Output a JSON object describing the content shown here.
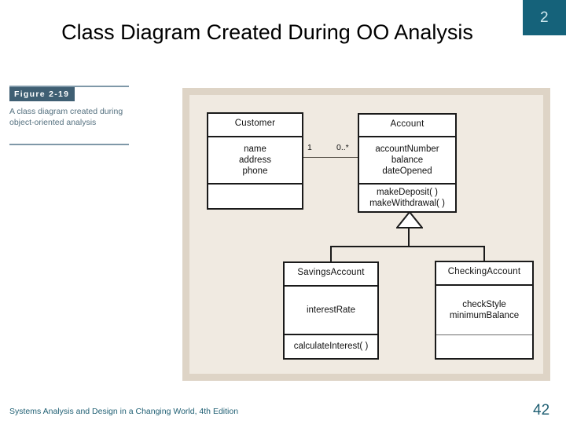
{
  "slide": {
    "title": "Class Diagram Created During OO Analysis",
    "badge_number": "2",
    "badge_color": "#15627a"
  },
  "figure_caption": {
    "label": "Figure 2-19",
    "label_bg": "#3f5f73",
    "description": "A class diagram created during object-oriented analysis",
    "rule_color": "#7f98a8",
    "text_color": "#54707f"
  },
  "diagram": {
    "panel_bg": "#ded4c6",
    "inner_bg": "#f0eae1",
    "line_color": "#1a1a1a",
    "classes": [
      {
        "id": "customer",
        "name": "Customer",
        "attributes": [
          "name",
          "address",
          "phone"
        ],
        "operations": []
      },
      {
        "id": "account",
        "name": "Account",
        "attributes": [
          "accountNumber",
          "balance",
          "dateOpened"
        ],
        "operations": [
          "makeDeposit( )",
          "makeWithdrawal( )"
        ]
      },
      {
        "id": "savingsaccount",
        "name": "SavingsAccount",
        "attributes": [
          "interestRate"
        ],
        "operations": [
          "calculateInterest( )"
        ]
      },
      {
        "id": "checkingaccount",
        "name": "CheckingAccount",
        "attributes": [
          "checkStyle",
          "minimumBalance"
        ],
        "operations": []
      }
    ],
    "association": {
      "source_multiplicity": "1",
      "target_multiplicity": "0..*"
    }
  },
  "footer": {
    "source": "Systems Analysis and Design in a Changing World, 4th Edition",
    "page_number": "42",
    "text_color": "#1f5f73"
  }
}
